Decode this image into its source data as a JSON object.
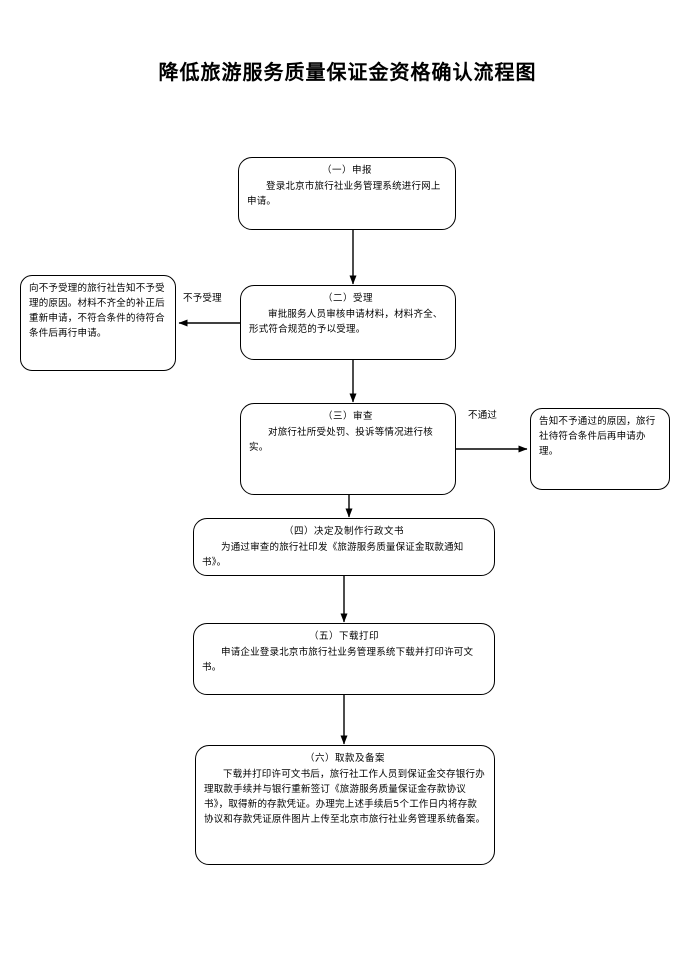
{
  "page": {
    "title": "降低旅游服务质量保证金资格确认流程图"
  },
  "nodes": {
    "apply": {
      "title": "（一）申报",
      "body": "登录北京市旅行社业务管理系统进行网上申请。"
    },
    "accept": {
      "title": "（二）受理",
      "body": "审批服务人员审核申请材料，材料齐全、形式符合规范的予以受理。"
    },
    "reject_left": {
      "body": "向不予受理的旅行社告知不予受理的原因。材料不齐全的补正后重新申请，不符合条件的待符合条件后再行申请。"
    },
    "review": {
      "title": "（三）审查",
      "body": "对旅行社所受处罚、投诉等情况进行核实。"
    },
    "reject_right": {
      "body": "告知不予通过的原因，旅行社待符合条件后再申请办理。"
    },
    "decide": {
      "title": "（四）决定及制作行政文书",
      "body": "为通过审查的旅行社印发《旅游服务质量保证金取款通知书》。"
    },
    "download": {
      "title": "（五）下载打印",
      "body": "申请企业登录北京市旅行社业务管理系统下载并打印许可文书。"
    },
    "withdraw": {
      "title": "（六）取款及备案",
      "body": "下载并打印许可文书后，旅行社工作人员到保证金交存银行办理取款手续并与银行重新签订《旅游服务质量保证金存款协议书》，取得新的存款凭证。办理完上述手续后5个工作日内将存款协议和存款凭证原件图片上传至北京市旅行社业务管理系统备案。"
    }
  },
  "edge_labels": {
    "not_accepted": "不予受理",
    "not_passed": "不通过"
  },
  "colors": {
    "line": "#000000",
    "background": "#ffffff",
    "text": "#000000"
  }
}
